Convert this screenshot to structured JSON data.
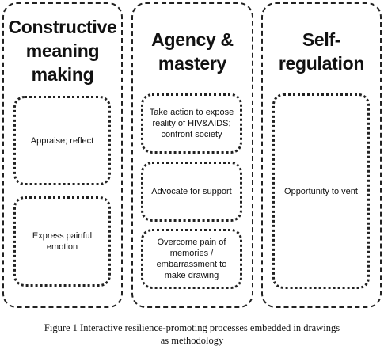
{
  "columns": [
    {
      "heading": [
        "Constructive",
        "meaning",
        "making"
      ],
      "boxes": [
        "Appraise; reflect",
        "Express painful emotion"
      ]
    },
    {
      "heading": [
        "Agency &",
        "mastery"
      ],
      "boxes": [
        "Take action to expose reality of HIV&AIDS; confront society",
        "Advocate for support",
        "Overcome pain of memories / embarrassment to make drawing"
      ]
    },
    {
      "heading": [
        "Self-",
        "regulation"
      ],
      "boxes": [
        "Opportunity to vent"
      ]
    }
  ],
  "caption": {
    "line1": "Figure 1   Interactive resilience-promoting processes embedded in drawings",
    "line2": "as methodology"
  }
}
